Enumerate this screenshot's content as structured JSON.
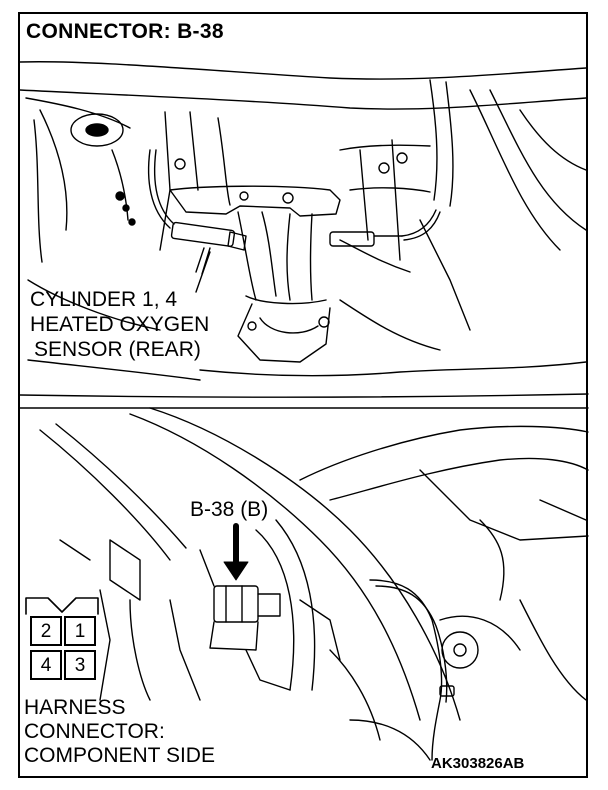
{
  "title": "CONNECTOR: B-38",
  "sensor_label": {
    "line1": "CYLINDER 1, 4",
    "line2": "HEATED OXYGEN",
    "line3": "SENSOR (REAR)"
  },
  "connector_callout": "B-38 (B)",
  "harness_label": {
    "line1": "HARNESS",
    "line2": "CONNECTOR:",
    "line3": "COMPONENT SIDE"
  },
  "connector_pins": [
    "2",
    "1",
    "4",
    "3"
  ],
  "figure_code": "AK303826AB"
}
